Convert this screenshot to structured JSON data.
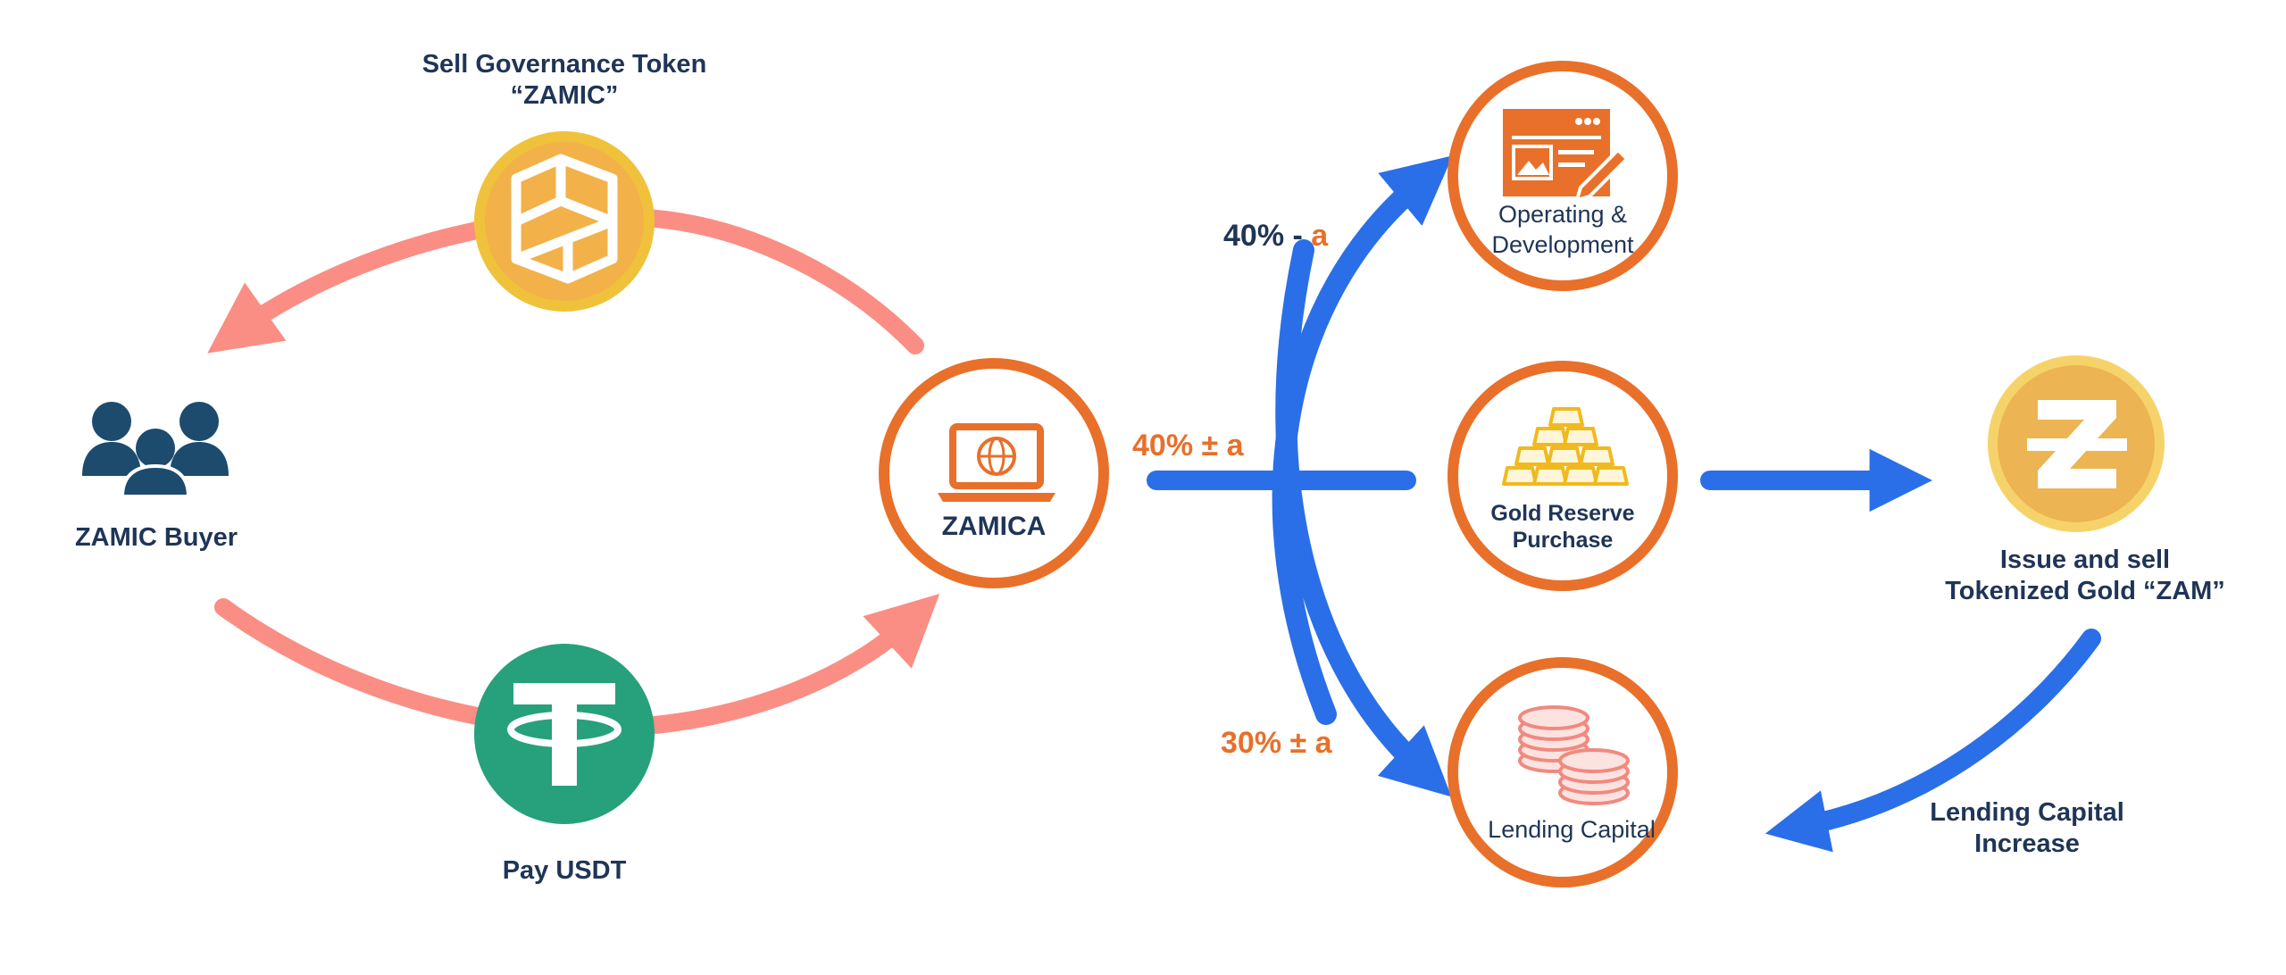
{
  "nodes": {
    "governance_token": {
      "label_line1": "Sell Governance Token",
      "label_line2": "“ZAMIC”"
    },
    "buyer": {
      "label": "ZAMIC Buyer"
    },
    "usdt": {
      "label": "Pay USDT"
    },
    "zamica": {
      "label": "ZAMICA"
    },
    "operating": {
      "label_line1": "Operating &",
      "label_line2": "Development"
    },
    "gold_reserve": {
      "label_line1": "Gold Reserve",
      "label_line2": "Purchase"
    },
    "lending": {
      "label": "Lending Capital"
    },
    "zam_token": {
      "label_line1": "Issue and sell",
      "label_line2": "Tokenized Gold “ZAM”"
    }
  },
  "allocations": {
    "operating": {
      "value": "40% - ",
      "variable": "a"
    },
    "gold": {
      "value": "40% ± a"
    },
    "lending": {
      "value": "30% ± a"
    }
  },
  "feedback": {
    "line1": "Lending Capital",
    "line2": "Increase"
  },
  "colors": {
    "orange": "#e8702a",
    "blue": "#2a6fe8",
    "salmon": "#fa8e85",
    "navy": "#1f3557",
    "gold": "#f5b942",
    "tether_green": "#26a17b"
  },
  "icons": [
    "people-icon",
    "governance-token-icon",
    "tether-icon",
    "laptop-globe-icon",
    "browser-window-icon",
    "gold-bars-icon",
    "coin-stacks-icon",
    "zam-token-icon"
  ]
}
